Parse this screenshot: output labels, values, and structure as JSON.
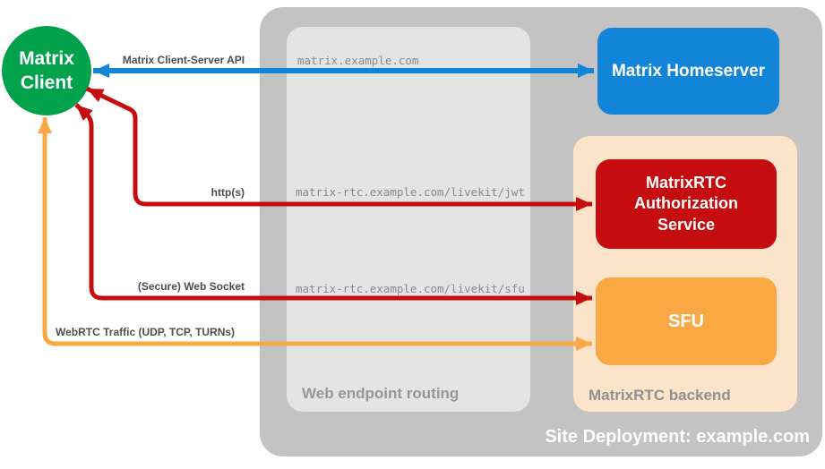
{
  "page": {
    "background": "#ffffff"
  },
  "colors": {
    "site_container_gray": "#c3c3c3",
    "routing_box_gray": "#e4e4e4",
    "backend_peach": "#fbe4c9",
    "client_green": "#02a24c",
    "homeserver_blue": "#1285d8",
    "auth_red": "#c50d10",
    "sfu_orange": "#f9a843",
    "edge_label_gray": "#4d4d4d",
    "section_label_gray": "#949494",
    "route_text_gray": "#8a8a8a"
  },
  "nodes": {
    "matrix_client": {
      "label": "Matrix\nClient"
    },
    "matrix_homeserver": {
      "label": "Matrix Homeserver"
    },
    "auth_service": {
      "label": "MatrixRTC Authorization Service"
    },
    "sfu": {
      "label": "SFU"
    }
  },
  "containers": {
    "site_deployment": {
      "label": "Site Deployment: example.com"
    },
    "web_endpoint_routing": {
      "label": "Web endpoint routing"
    },
    "matrixrtc_backend": {
      "label": "MatrixRTC backend"
    }
  },
  "connections": [
    {
      "name": "matrix-client-server-api",
      "label": "Matrix Client-Server API",
      "route": "matrix.example.com",
      "color": "#1285d8",
      "from": "matrix_client",
      "to": "matrix_homeserver",
      "bidirectional": true
    },
    {
      "name": "https",
      "label": "http(s)",
      "route": "matrix-rtc.example.com/livekit/jwt",
      "color": "#c50d10",
      "from": "matrix_client",
      "to": "auth_service",
      "bidirectional": true
    },
    {
      "name": "secure-web-socket",
      "label": "(Secure) Web Socket",
      "route": "matrix-rtc.example.com/livekit/sfu",
      "color": "#c50d10",
      "from": "matrix_client",
      "to": "sfu",
      "bidirectional": true
    },
    {
      "name": "webrtc-traffic",
      "label": "WebRTC Traffic (UDP, TCP, TURNs)",
      "color": "#f9a843",
      "from": "matrix_client",
      "to": "sfu",
      "bidirectional": true
    }
  ]
}
